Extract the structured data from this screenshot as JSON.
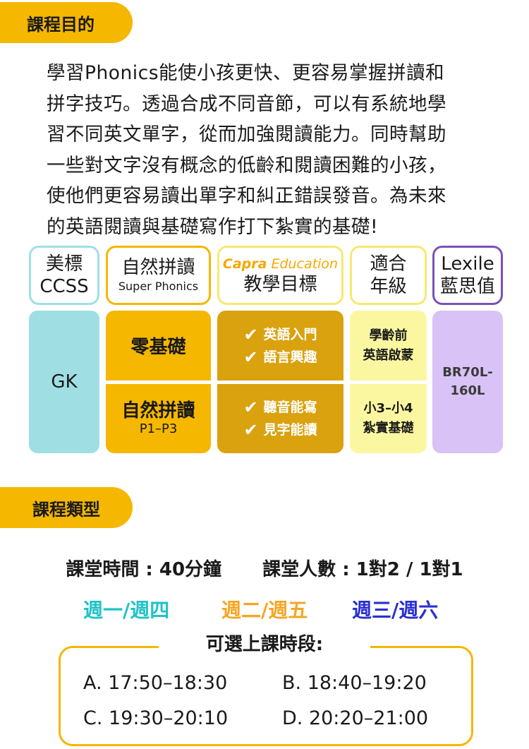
{
  "goal": {
    "tab_label": "課程目的",
    "lines": [
      "學習Phonics能使小孩更快、更容易掌握拼讀和",
      "拼字技巧。透過合成不同音節，可以有系統地學",
      "習不同英文單字，從而加強閱讀能力。同時幫助",
      "一些對文字沒有概念的低齡和閱讀困難的小孩，",
      "使他們更容易讀出單字和糾正錯誤發音。為未來",
      "的英語閱讀與基礎寫作打下紮實的基礎!"
    ]
  },
  "table": {
    "headers": {
      "ccss_line1": "美標",
      "ccss_line2": "CCSS",
      "phonics_line1": "自然拼讀",
      "phonics_line2": "Super Phonics",
      "brand_bold": "Capra",
      "brand_rest": " Education",
      "goal_line2": "教學目標",
      "fit_line1": "適合",
      "fit_line2": "年級",
      "lexile_line1": "Lexile",
      "lexile_line2": "藍思值"
    },
    "ccss_value": "GK",
    "phonics_cells": [
      {
        "main": "零基礎",
        "sub": ""
      },
      {
        "main": "自然拼讀",
        "sub": "P1–P3"
      }
    ],
    "goal_cells": [
      [
        "英語入門",
        "語言興趣"
      ],
      [
        "聽音能寫",
        "見字能讀"
      ]
    ],
    "fit_cells": [
      [
        "學齡前",
        "英語啟蒙"
      ],
      [
        "小3–小4",
        "紮實基礎"
      ]
    ],
    "lexile_value_line1": "BR70L-",
    "lexile_value_line2": "160L"
  },
  "course_type": {
    "tab_label": "課程類型",
    "duration": "課堂時間 : 40分鐘",
    "class_size": "課堂人數 : 1對2 / 1對1",
    "days": [
      {
        "label": "週一/週四",
        "color": "#1fc3c6"
      },
      {
        "label": "週二/週五",
        "color": "#f5a623"
      },
      {
        "label": "週三/週六",
        "color": "#2a2fd1"
      }
    ],
    "slots_title": "可選上課時段:",
    "slots": [
      "A. 17:50–18:30",
      "B. 18:40–19:20",
      "C. 19:30–20:10",
      "D. 20:20–21:00"
    ]
  },
  "colors": {
    "accent_yellow": "#f5b700",
    "ccss_border": "#9fdfe4",
    "ccss_fill": "#9fdfe4",
    "phonics_fill": "#f5b700",
    "goal_fill": "#d9a20e",
    "fit_border": "#f6ea6f",
    "fit_fill": "#fbf7a0",
    "lexile_border": "#7a52b8",
    "lexile_fill": "#d9c2f5"
  }
}
